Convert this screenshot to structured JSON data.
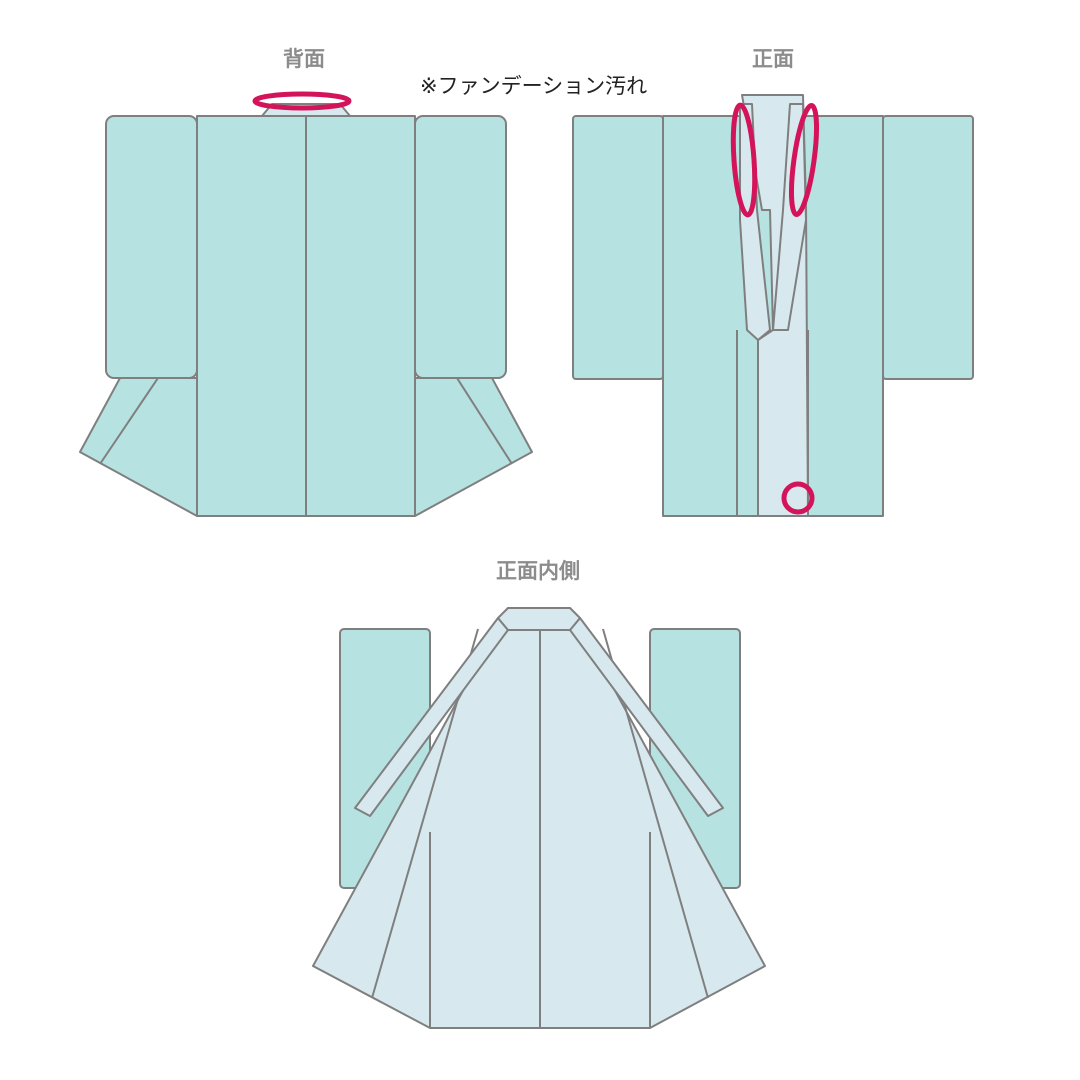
{
  "labels": {
    "back": "背面",
    "front": "正面",
    "inside": "正面内側"
  },
  "note": "※ファンデーション汚れ",
  "colors": {
    "outer_fabric": "#b6e2e1",
    "lining": "#d7e9ef",
    "outline": "#7f7f7f",
    "marker": "#d4145a"
  },
  "icons": {
    "stain_marker": "ellipse-outline"
  }
}
